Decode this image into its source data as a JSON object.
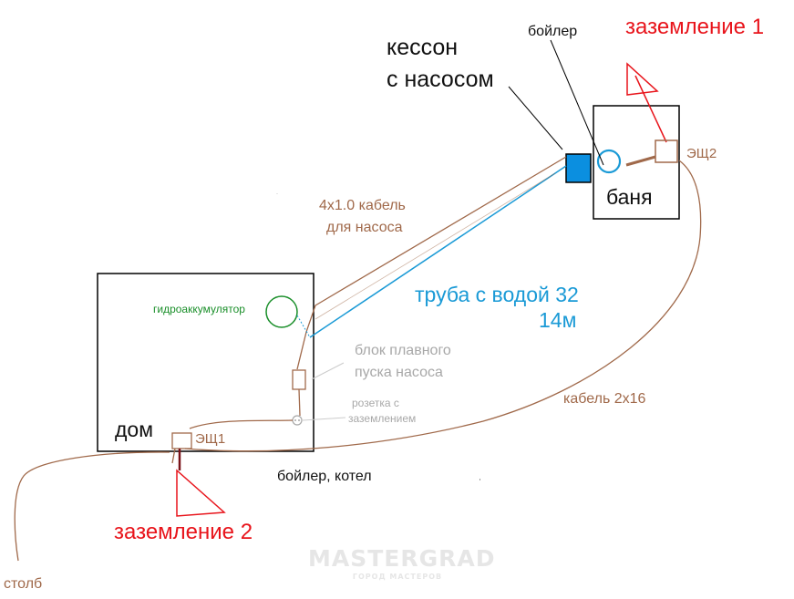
{
  "labels": {
    "grounding1": "заземление 1",
    "boiler_top": "бойлер",
    "caisson_line1": "кессон",
    "caisson_line2": "с насосом",
    "esh2": "ЭЩ2",
    "bath": "баня",
    "cable_pump_line1": "4x1.0  кабель",
    "cable_pump_line2": "для насоса",
    "pipe_line1": "труба с водой 32",
    "pipe_line2": "14м",
    "accumulator": "гидроаккумулятор",
    "soft_start_line1": "блок плавного",
    "soft_start_line2": "пуска насоса",
    "socket_line1": "розетка с",
    "socket_line2": "заземлением",
    "cable_2x16": "кабель 2x16",
    "house": "дом",
    "esh1": "ЭЩ1",
    "boiler_kotel": "бойлер, котел",
    "grounding2": "заземление 2",
    "pole": "столб"
  },
  "watermark": {
    "brand": "MASTERGRAD",
    "tagline": "ГОРОД МАСТЕРОВ"
  },
  "colors": {
    "cable": "#a0694a",
    "grounding": "#e8141b",
    "water_pipe": "#1a9ad6",
    "caisson_fill": "#0b8fe0",
    "accumulator": "#1a8f2a",
    "annotation_grey": "#a8a8a8",
    "outline": "#000000"
  }
}
